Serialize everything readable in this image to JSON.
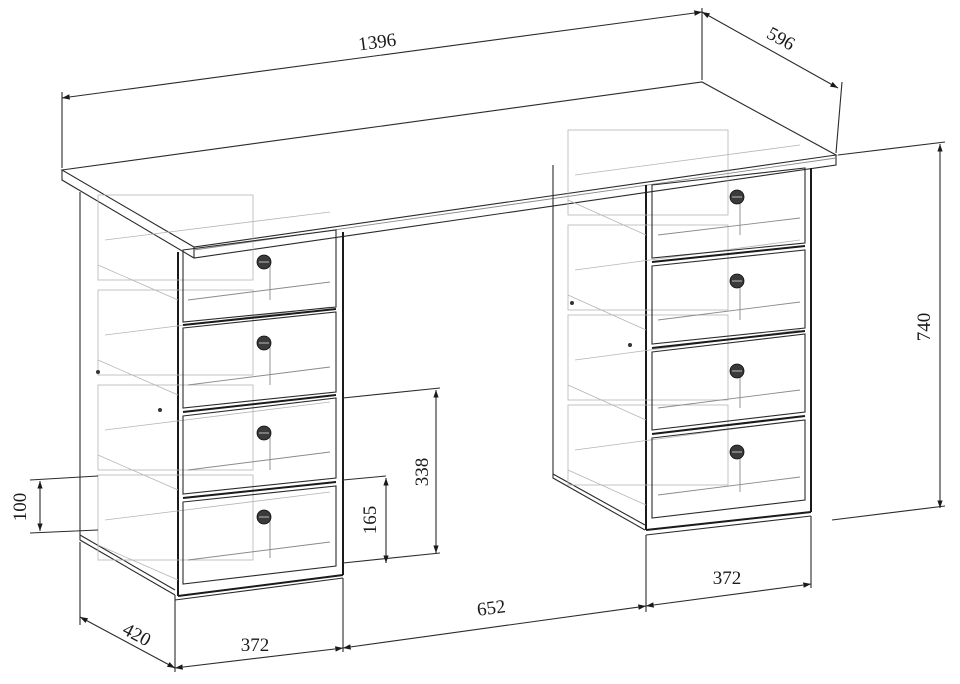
{
  "dimensions": {
    "width": "1396",
    "depth": "596",
    "height": "740",
    "pedestal_depth": "420",
    "pedestal_left_width": "372",
    "pedestal_right_width": "372",
    "gap": "652",
    "drawer_height": "165",
    "drawer_pair_height": "338",
    "plinth_height": "100"
  }
}
